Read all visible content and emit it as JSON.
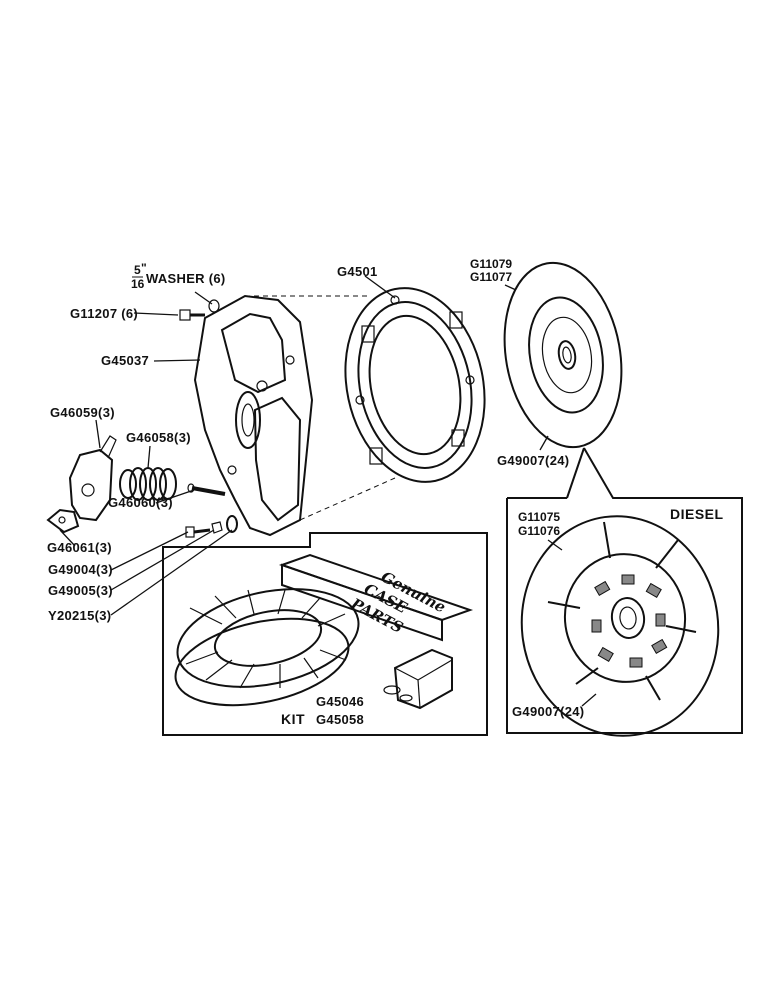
{
  "callouts": {
    "washer": "WASHER (6)",
    "washer_frac_num": "5",
    "washer_frac_den": "16",
    "washer_inch": "\"",
    "g11207": "G11207 (6)",
    "g45037": "G45037",
    "g46059": "G46059(3)",
    "g46058": "G46058(3)",
    "g46060": "G46060(3)",
    "g46061": "G46061(3)",
    "g49004": "G49004(3)",
    "g49005": "G49005(3)",
    "y20215": "Y20215(3)",
    "g4501": "G4501",
    "g11079": "G11079",
    "g11077": "G11077",
    "g49007_top": "G49007(24)"
  },
  "diesel_inset": {
    "title": "DIESEL",
    "g11075": "G11075",
    "g11076": "G11076",
    "g49007": "G49007(24)"
  },
  "kit_inset": {
    "kit_label": "KIT",
    "kit_part_1": "G45046",
    "kit_part_2": "G45058",
    "box_line_1": "Genuine",
    "box_line_2": "CASE",
    "box_line_3": "PARTS"
  },
  "colors": {
    "ink": "#111111",
    "paper": "#ffffff",
    "lining": "#9a9a9a"
  }
}
